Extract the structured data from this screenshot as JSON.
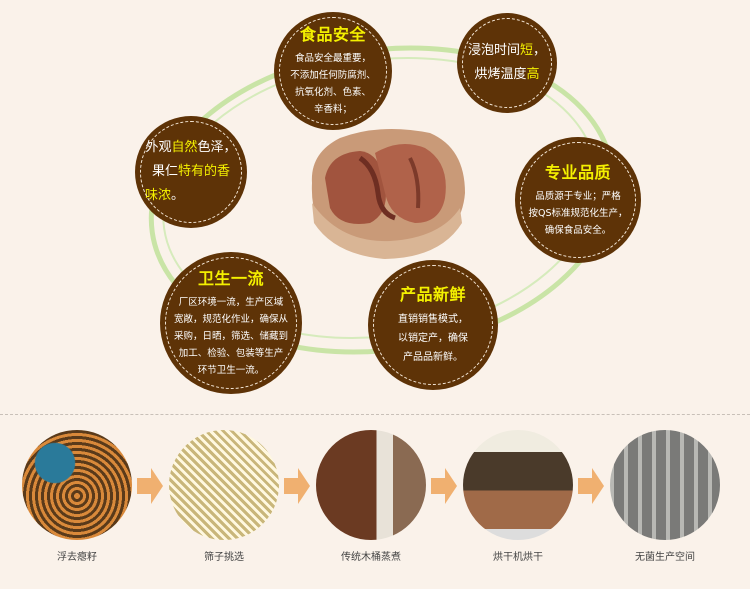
{
  "colors": {
    "background": "#faf2ea",
    "bubble": "#5e3307",
    "highlight": "#f4f000",
    "ring": "#c9e4a6",
    "arrow": "#f0b070"
  },
  "center_image": {
    "icon": "pecan-nut-image"
  },
  "features": {
    "food_safety": {
      "title": "食品安全",
      "lines": [
        "食品安全最重要，",
        "不添加任何防腐剂、",
        "抗氧化剂、色素、",
        "辛香料；"
      ]
    },
    "process": {
      "line1_pre": "浸泡时间",
      "line1_hl": "短",
      "line1_post": "，",
      "line2_pre": "烘烤温度",
      "line2_hl": "高"
    },
    "appearance": {
      "line1_pre": "外观",
      "line1_hl": "自然",
      "line1_post": "色泽，",
      "line2_pre": "果仁",
      "line2_hl": "特有的香",
      "line3_hl": "味浓",
      "line3_post": "。"
    },
    "quality": {
      "title": "专业品质",
      "lines": [
        "品质源于专业；严格",
        "按QS标准规范化生产，",
        "确保食品安全。"
      ]
    },
    "hygiene": {
      "title": "卫生一流",
      "lines": [
        "厂区环境一流，生产区域",
        "宽敞，规范化作业，确保从",
        "采购，日晒，筛选、储藏到",
        "加工、检验、包装等生产",
        "环节卫生一流。"
      ]
    },
    "freshness": {
      "title": "产品新鲜",
      "lines": [
        "直销销售模式，",
        "以销定产，确保",
        "产品品新鲜。"
      ]
    }
  },
  "steps": [
    {
      "label": "浮去瘪籽",
      "icon": "floating-nuts-photo"
    },
    {
      "label": "筛子挑选",
      "icon": "sieve-drum-photo"
    },
    {
      "label": "传统木桶蒸煮",
      "icon": "wooden-barrel-photo"
    },
    {
      "label": "烘干机烘干",
      "icon": "drying-machine-photo"
    },
    {
      "label": "无菌生产空间",
      "icon": "sterile-factory-photo"
    }
  ]
}
